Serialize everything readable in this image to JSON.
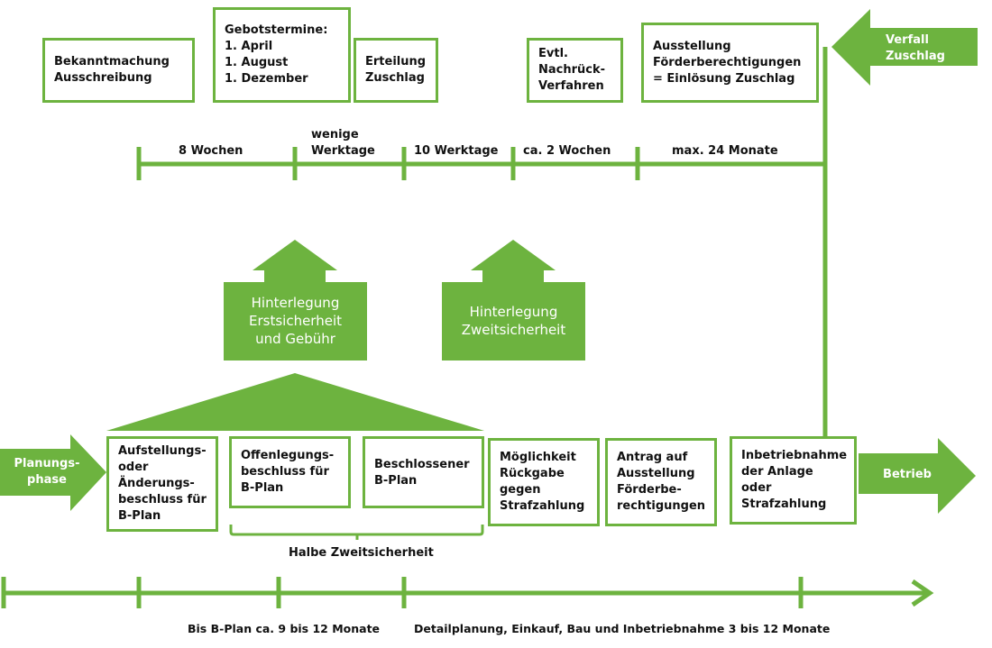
{
  "colors": {
    "accent": "#6db33f",
    "text": "#111111",
    "white": "#ffffff"
  },
  "top_boxes": [
    {
      "id": "bekanntmachung",
      "text": "Bekanntmachung\nAusschreibung"
    },
    {
      "id": "gebotstermine",
      "text": "Gebotstermine:\n1. April\n1. August\n1. Dezember"
    },
    {
      "id": "erteilung",
      "text": "Erteilung\nZuschlag"
    },
    {
      "id": "nachrueck",
      "text": "Evtl.\nNachrück-\nVerfahren"
    },
    {
      "id": "ausstellung",
      "text": "Ausstellung\nFörderberechtigungen\n= Einlösung Zuschlag"
    }
  ],
  "top_timeline_labels": [
    "8 Wochen",
    "wenige\nWerktage",
    "10 Werktage",
    "ca. 2 Wochen",
    "max. 24 Monate"
  ],
  "verfall_arrow": "Verfall\nZuschlag",
  "upload_arrows": [
    {
      "id": "erstsicherheit",
      "text": "Hinterlegung\nErstsicherheit\nund Gebühr"
    },
    {
      "id": "zweitsicherheit",
      "text": "Hinterlegung\nZweitsicherheit"
    }
  ],
  "planungsphase_arrow": "Planungs-\nphase",
  "bottom_boxes": [
    {
      "id": "aufstellung",
      "text": "Aufstellungs-\noder\nÄnderungs-\nbeschluss für\nB-Plan"
    },
    {
      "id": "offenlegung",
      "text": "Offenlegungs-\nbeschluss für\nB-Plan"
    },
    {
      "id": "beschlossen",
      "text": "Beschlossener\nB-Plan"
    },
    {
      "id": "rueckgabe",
      "text": "Möglichkeit\nRückgabe\ngegen\nStrafzahlung"
    },
    {
      "id": "antrag",
      "text": "Antrag auf\nAusstellung\nFörderbe-\nrechtigungen"
    },
    {
      "id": "inbetriebnahme",
      "text": "Inbetriebnahme\nder Anlage oder\nStrafzahlung"
    }
  ],
  "bracket_label": "Halbe Zweitsicherheit",
  "betrieb_arrow": "Betrieb",
  "bottom_timeline_labels": [
    "Bis B-Plan ca. 9 bis 12 Monate",
    "Detailplanung, Einkauf, Bau und Inbetriebnahme 3 bis 12 Monate"
  ]
}
